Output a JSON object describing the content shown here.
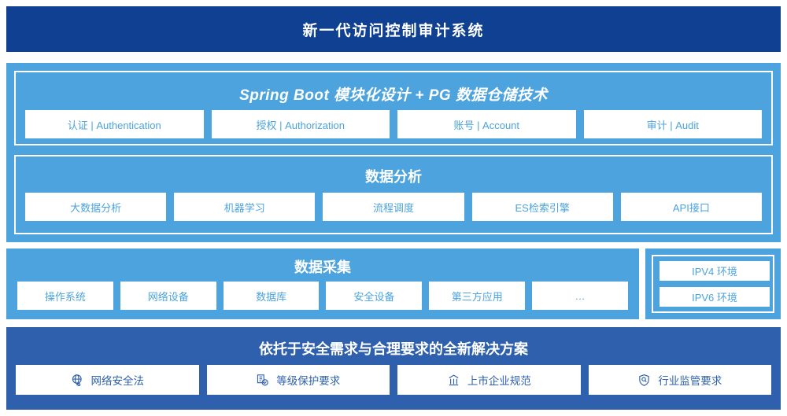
{
  "header": {
    "title": "新一代访问控制审计系统"
  },
  "colors": {
    "header_bg": "#0f4091",
    "panel_light": "#4ca3dd",
    "panel_deep": "#2e60ad",
    "chip_bg": "#ffffff",
    "chip_text_light": "#4ca3dd",
    "chip_text_deep": "#2e60ad"
  },
  "stack": {
    "spring": {
      "title": "Spring Boot 模块化设计 + PG 数据仓储技术",
      "chips": [
        {
          "label": "认证 | Authentication"
        },
        {
          "label": "授权 | Authorization"
        },
        {
          "label": "账号 | Account"
        },
        {
          "label": "审计 | Audit"
        }
      ]
    },
    "analysis": {
      "title": "数据分析",
      "chips": [
        {
          "label": "大数据分析"
        },
        {
          "label": "机器学习"
        },
        {
          "label": "流程调度"
        },
        {
          "label": "ES检索引擎"
        },
        {
          "label": "API接口"
        }
      ]
    }
  },
  "collect": {
    "title": "数据采集",
    "chips": [
      {
        "label": "操作系统"
      },
      {
        "label": "网络设备"
      },
      {
        "label": "数据库"
      },
      {
        "label": "安全设备"
      },
      {
        "label": "第三方应用"
      },
      {
        "label": "…"
      }
    ]
  },
  "ipv": {
    "items": [
      {
        "label": "IPV4 环境"
      },
      {
        "label": "IPV6 环境"
      }
    ]
  },
  "bottom": {
    "title": "依托于安全需求与合理要求的全新解决方案",
    "chips": [
      {
        "label": "网络安全法",
        "icon": "globe-icon"
      },
      {
        "label": "等级保护要求",
        "icon": "document-check-icon"
      },
      {
        "label": "上市企业规范",
        "icon": "bank-building-icon"
      },
      {
        "label": "行业监管要求",
        "icon": "shield-search-icon"
      }
    ]
  }
}
